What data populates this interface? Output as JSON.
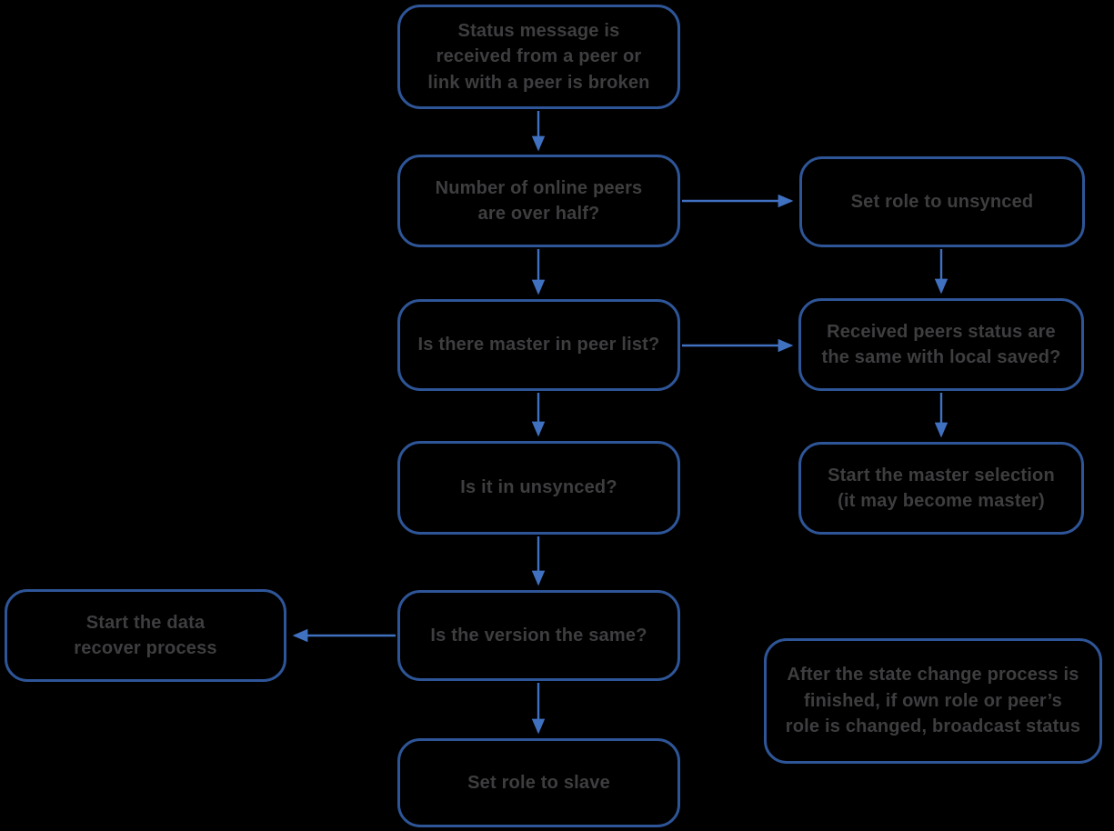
{
  "diagram": {
    "type": "flowchart",
    "colors": {
      "background": "#000000",
      "node_border": "#2E5597",
      "node_fill": "#000000",
      "arrow": "#4070C0",
      "text": "#3E3E41"
    },
    "nodes": [
      {
        "id": "status-received",
        "label": "Status message is\nreceived from a peer or\nlink with a peer is broken"
      },
      {
        "id": "peers-over-half",
        "label": "Number of online peers\nare over half?"
      },
      {
        "id": "set-role-unsynced",
        "label": "Set role to unsynced"
      },
      {
        "id": "master-in-peer-list",
        "label": "Is there master in peer list?"
      },
      {
        "id": "peers-status-same",
        "label": "Received peers status are\nthe same with local saved?"
      },
      {
        "id": "is-in-unsynced",
        "label": "Is it in unsynced?"
      },
      {
        "id": "start-master-selection",
        "label": "Start the master selection\n(it may become master)"
      },
      {
        "id": "start-data-recover",
        "label": "Start the data\nrecover process"
      },
      {
        "id": "is-version-same",
        "label": "Is the version the same?"
      },
      {
        "id": "set-role-slave",
        "label": "Set role to slave"
      },
      {
        "id": "broadcast-note",
        "label": "After the state change process is\nfinished, if own role or peer’s\nrole is changed, broadcast status"
      }
    ],
    "edges": [
      {
        "from": "status-received",
        "to": "peers-over-half"
      },
      {
        "from": "peers-over-half",
        "to": "set-role-unsynced"
      },
      {
        "from": "peers-over-half",
        "to": "master-in-peer-list"
      },
      {
        "from": "set-role-unsynced",
        "to": "peers-status-same"
      },
      {
        "from": "master-in-peer-list",
        "to": "peers-status-same"
      },
      {
        "from": "master-in-peer-list",
        "to": "is-in-unsynced"
      },
      {
        "from": "peers-status-same",
        "to": "start-master-selection"
      },
      {
        "from": "is-in-unsynced",
        "to": "is-version-same"
      },
      {
        "from": "is-version-same",
        "to": "start-data-recover"
      },
      {
        "from": "is-version-same",
        "to": "set-role-slave"
      }
    ]
  }
}
